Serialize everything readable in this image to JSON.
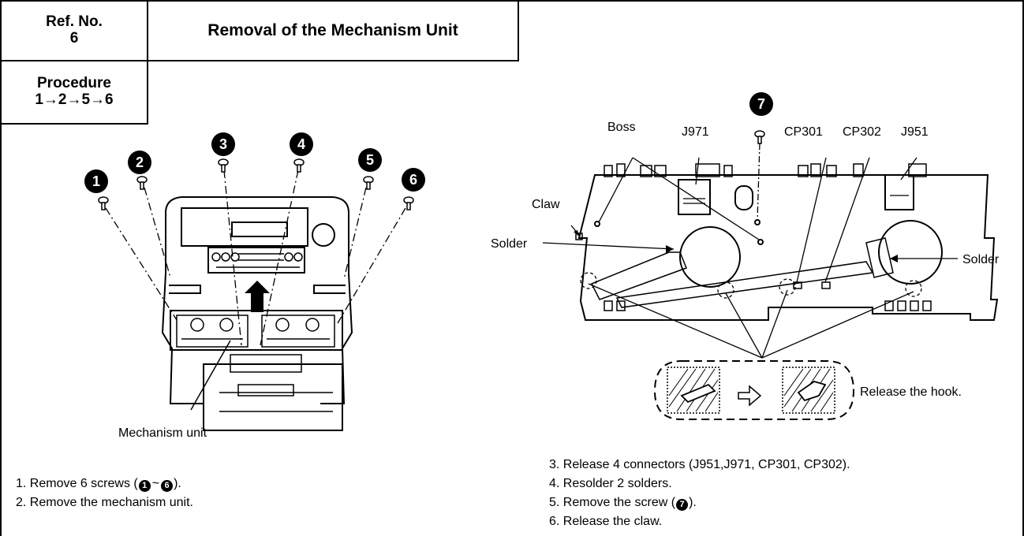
{
  "header": {
    "ref_label": "Ref. No.",
    "ref_value": "6",
    "title": "Removal of the Mechanism Unit",
    "procedure_label": "Procedure",
    "procedure_value": "1→2→5→6"
  },
  "figure_left": {
    "screw_numbers": [
      "1",
      "2",
      "3",
      "4",
      "5",
      "6"
    ],
    "label_mechanism": "Mechanism unit"
  },
  "figure_right": {
    "screw_number": "7",
    "labels": {
      "boss": "Boss",
      "j971": "J971",
      "cp301": "CP301",
      "cp302": "CP302",
      "j951": "J951",
      "claw": "Claw",
      "solder_left": "Solder",
      "solder_right": "Solder",
      "release_hook": "Release the hook."
    }
  },
  "steps_left": {
    "step1_prefix": "1. Remove 6 screws (",
    "step1_first": "1",
    "step1_sep": "~",
    "step1_last": "6",
    "step1_suffix": ").",
    "step2": "2. Remove the mechanism unit."
  },
  "steps_right": {
    "step3": "3. Release 4 connectors (J951,J971, CP301, CP302).",
    "step4": "4. Resolder 2 solders.",
    "step5_prefix": "5. Remove the screw (",
    "step5_num": "7",
    "step5_suffix": ").",
    "step6": "6. Release the claw."
  }
}
